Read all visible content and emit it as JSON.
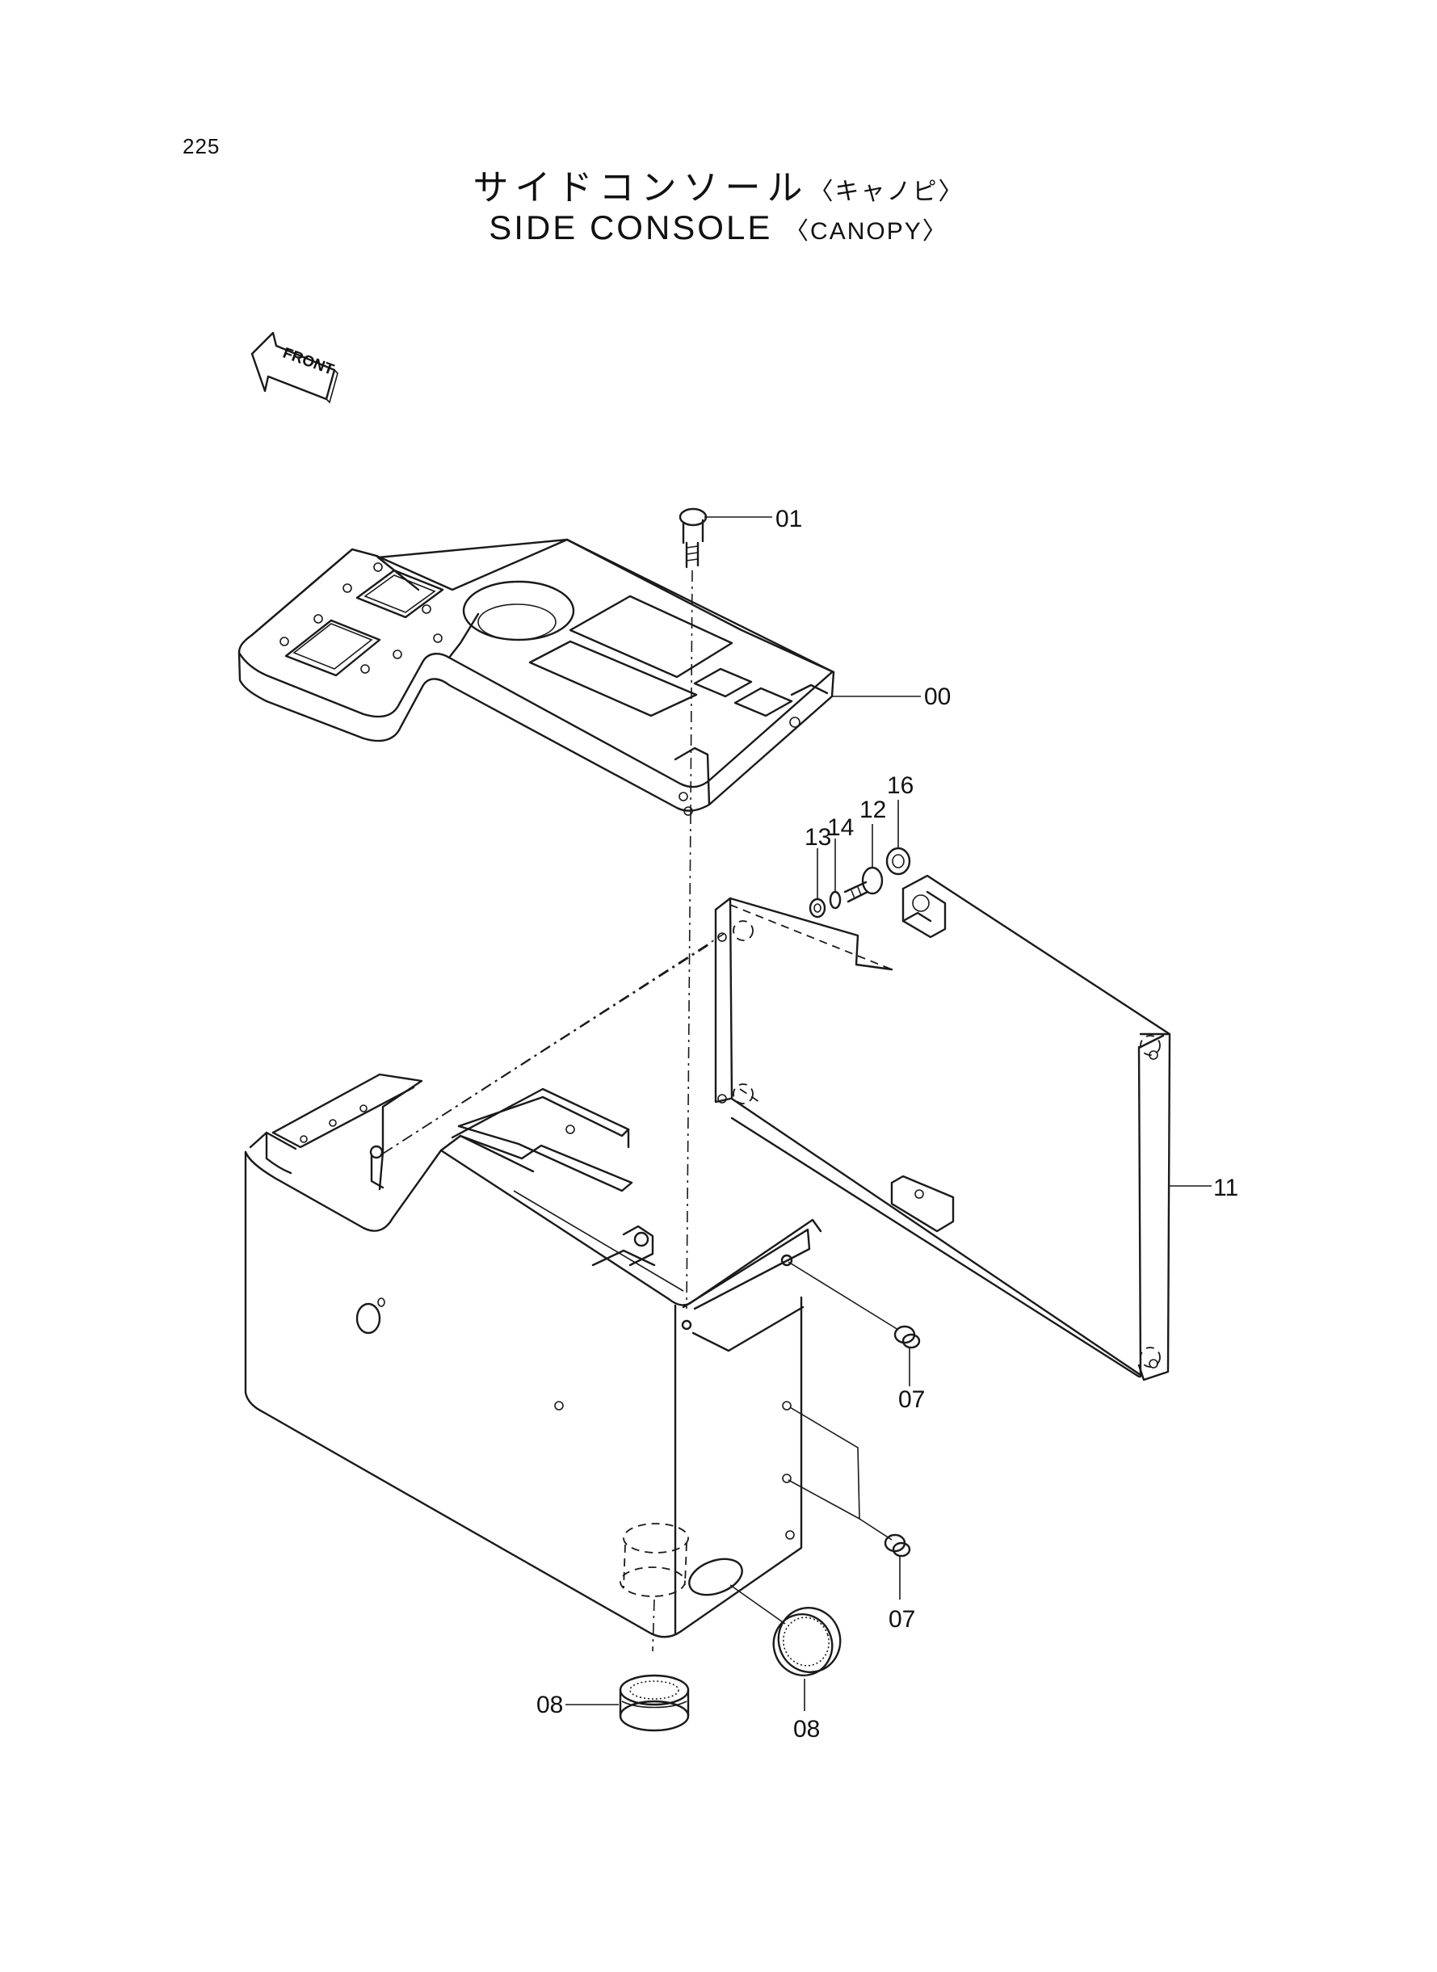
{
  "page_number": "225",
  "title_jp": "サイドコンソール",
  "title_jp_sub": "〈キャノピ〉",
  "title_en": "SIDE CONSOLE",
  "title_en_sub": "〈CANOPY〉",
  "front_label": "FRONT",
  "callouts": {
    "c01": "01",
    "c00": "00",
    "c16": "16",
    "c12": "12",
    "c14": "14",
    "c13": "13",
    "c11": "11",
    "c07a": "07",
    "c07b": "07",
    "c08a": "08",
    "c08b": "08"
  }
}
